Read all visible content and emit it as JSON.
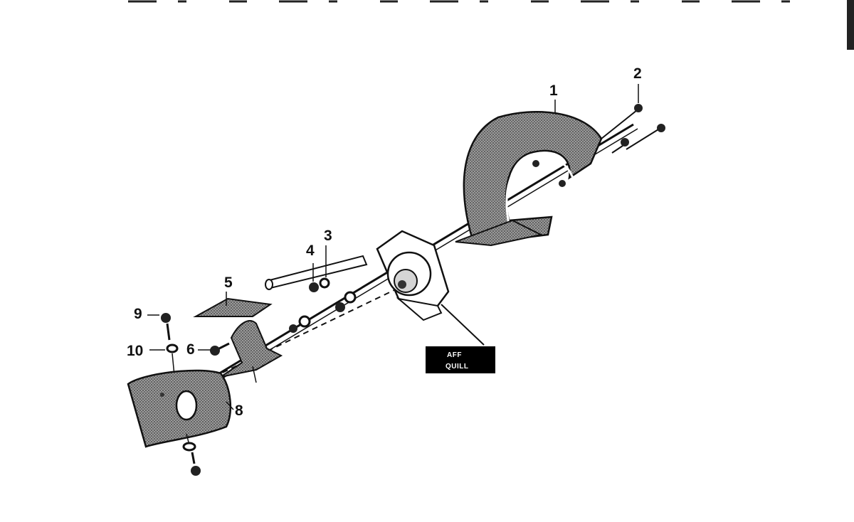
{
  "diagram": {
    "callouts": [
      {
        "id": "1",
        "label": "1"
      },
      {
        "id": "2",
        "label": "2"
      },
      {
        "id": "3",
        "label": "3"
      },
      {
        "id": "4",
        "label": "4"
      },
      {
        "id": "5",
        "label": "5"
      },
      {
        "id": "6",
        "label": "6"
      },
      {
        "id": "8",
        "label": "8"
      },
      {
        "id": "9",
        "label": "9"
      },
      {
        "id": "10",
        "label": "10"
      }
    ],
    "badge": {
      "line1": "AFF",
      "line2": "QUILL"
    },
    "colors": {
      "ink": "#111111",
      "shade": "#8a8a8a",
      "paper": "#ffffff"
    }
  }
}
